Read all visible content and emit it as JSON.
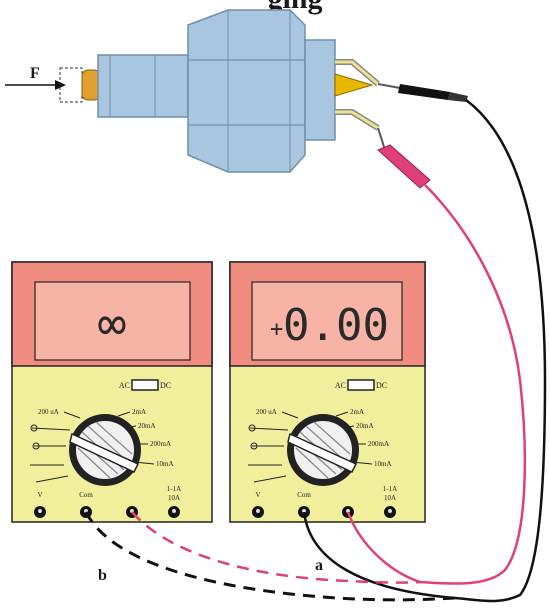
{
  "header_partial": "ging",
  "force_label": "F",
  "label_left": "b",
  "label_right": "a",
  "meter_left": {
    "display": "∞",
    "acdc_left": "AC",
    "acdc_right": "DC",
    "range_left": [
      "200 uA",
      "",
      "",
      "",
      ""
    ],
    "range_right": [
      "2mA",
      "20mA",
      "200mA",
      "10mA"
    ],
    "jacks": [
      "V",
      "Com",
      "",
      "1-1A",
      "10A"
    ]
  },
  "meter_right": {
    "display_sign": "+",
    "display": "0.00",
    "acdc_left": "AC",
    "acdc_right": "DC",
    "range_left": [
      "200 uA",
      "",
      "",
      "",
      ""
    ],
    "range_right": [
      "2mA",
      "20mA",
      "200mA",
      "10mA"
    ],
    "jacks": [
      "V",
      "Com",
      "",
      "1-1A",
      "10A"
    ]
  },
  "colors": {
    "switch_body": "#a9c6e0",
    "switch_outline": "#6f8fa8",
    "plunger": "#e0a030",
    "contact": "#e8b800",
    "meter_top": "#f08c80",
    "meter_display": "#f7b3a6",
    "meter_bottom": "#f2ef9c",
    "probe_red": "#e0407a",
    "probe_black": "#111111"
  }
}
